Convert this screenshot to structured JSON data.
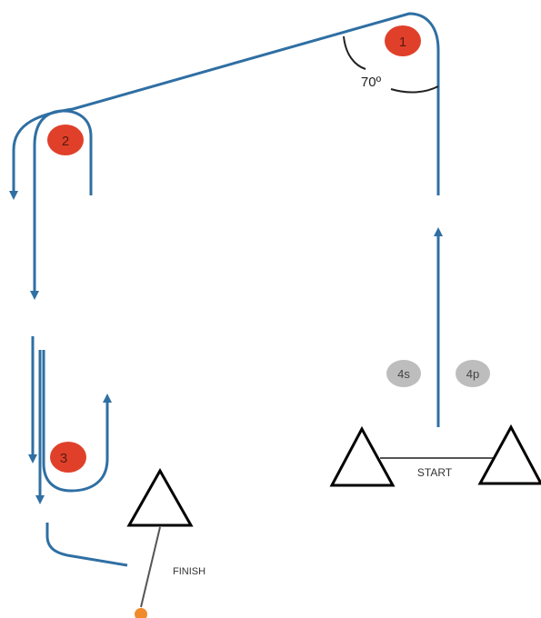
{
  "colors": {
    "path": "#2f6fa3",
    "barrel": "#e0402a",
    "marker": "#bdbdbd",
    "cone": "#000000",
    "line": "#555555",
    "finish_dot": "#f08a2a"
  },
  "barrels": [
    {
      "id": "1",
      "label": "1"
    },
    {
      "id": "2",
      "label": "2"
    },
    {
      "id": "3",
      "label": "3"
    }
  ],
  "markers": [
    {
      "id": "4s",
      "label": "4s"
    },
    {
      "id": "4p",
      "label": "4p"
    }
  ],
  "angle_label": "70º",
  "start_label": "START",
  "finish_label": "FINISH"
}
